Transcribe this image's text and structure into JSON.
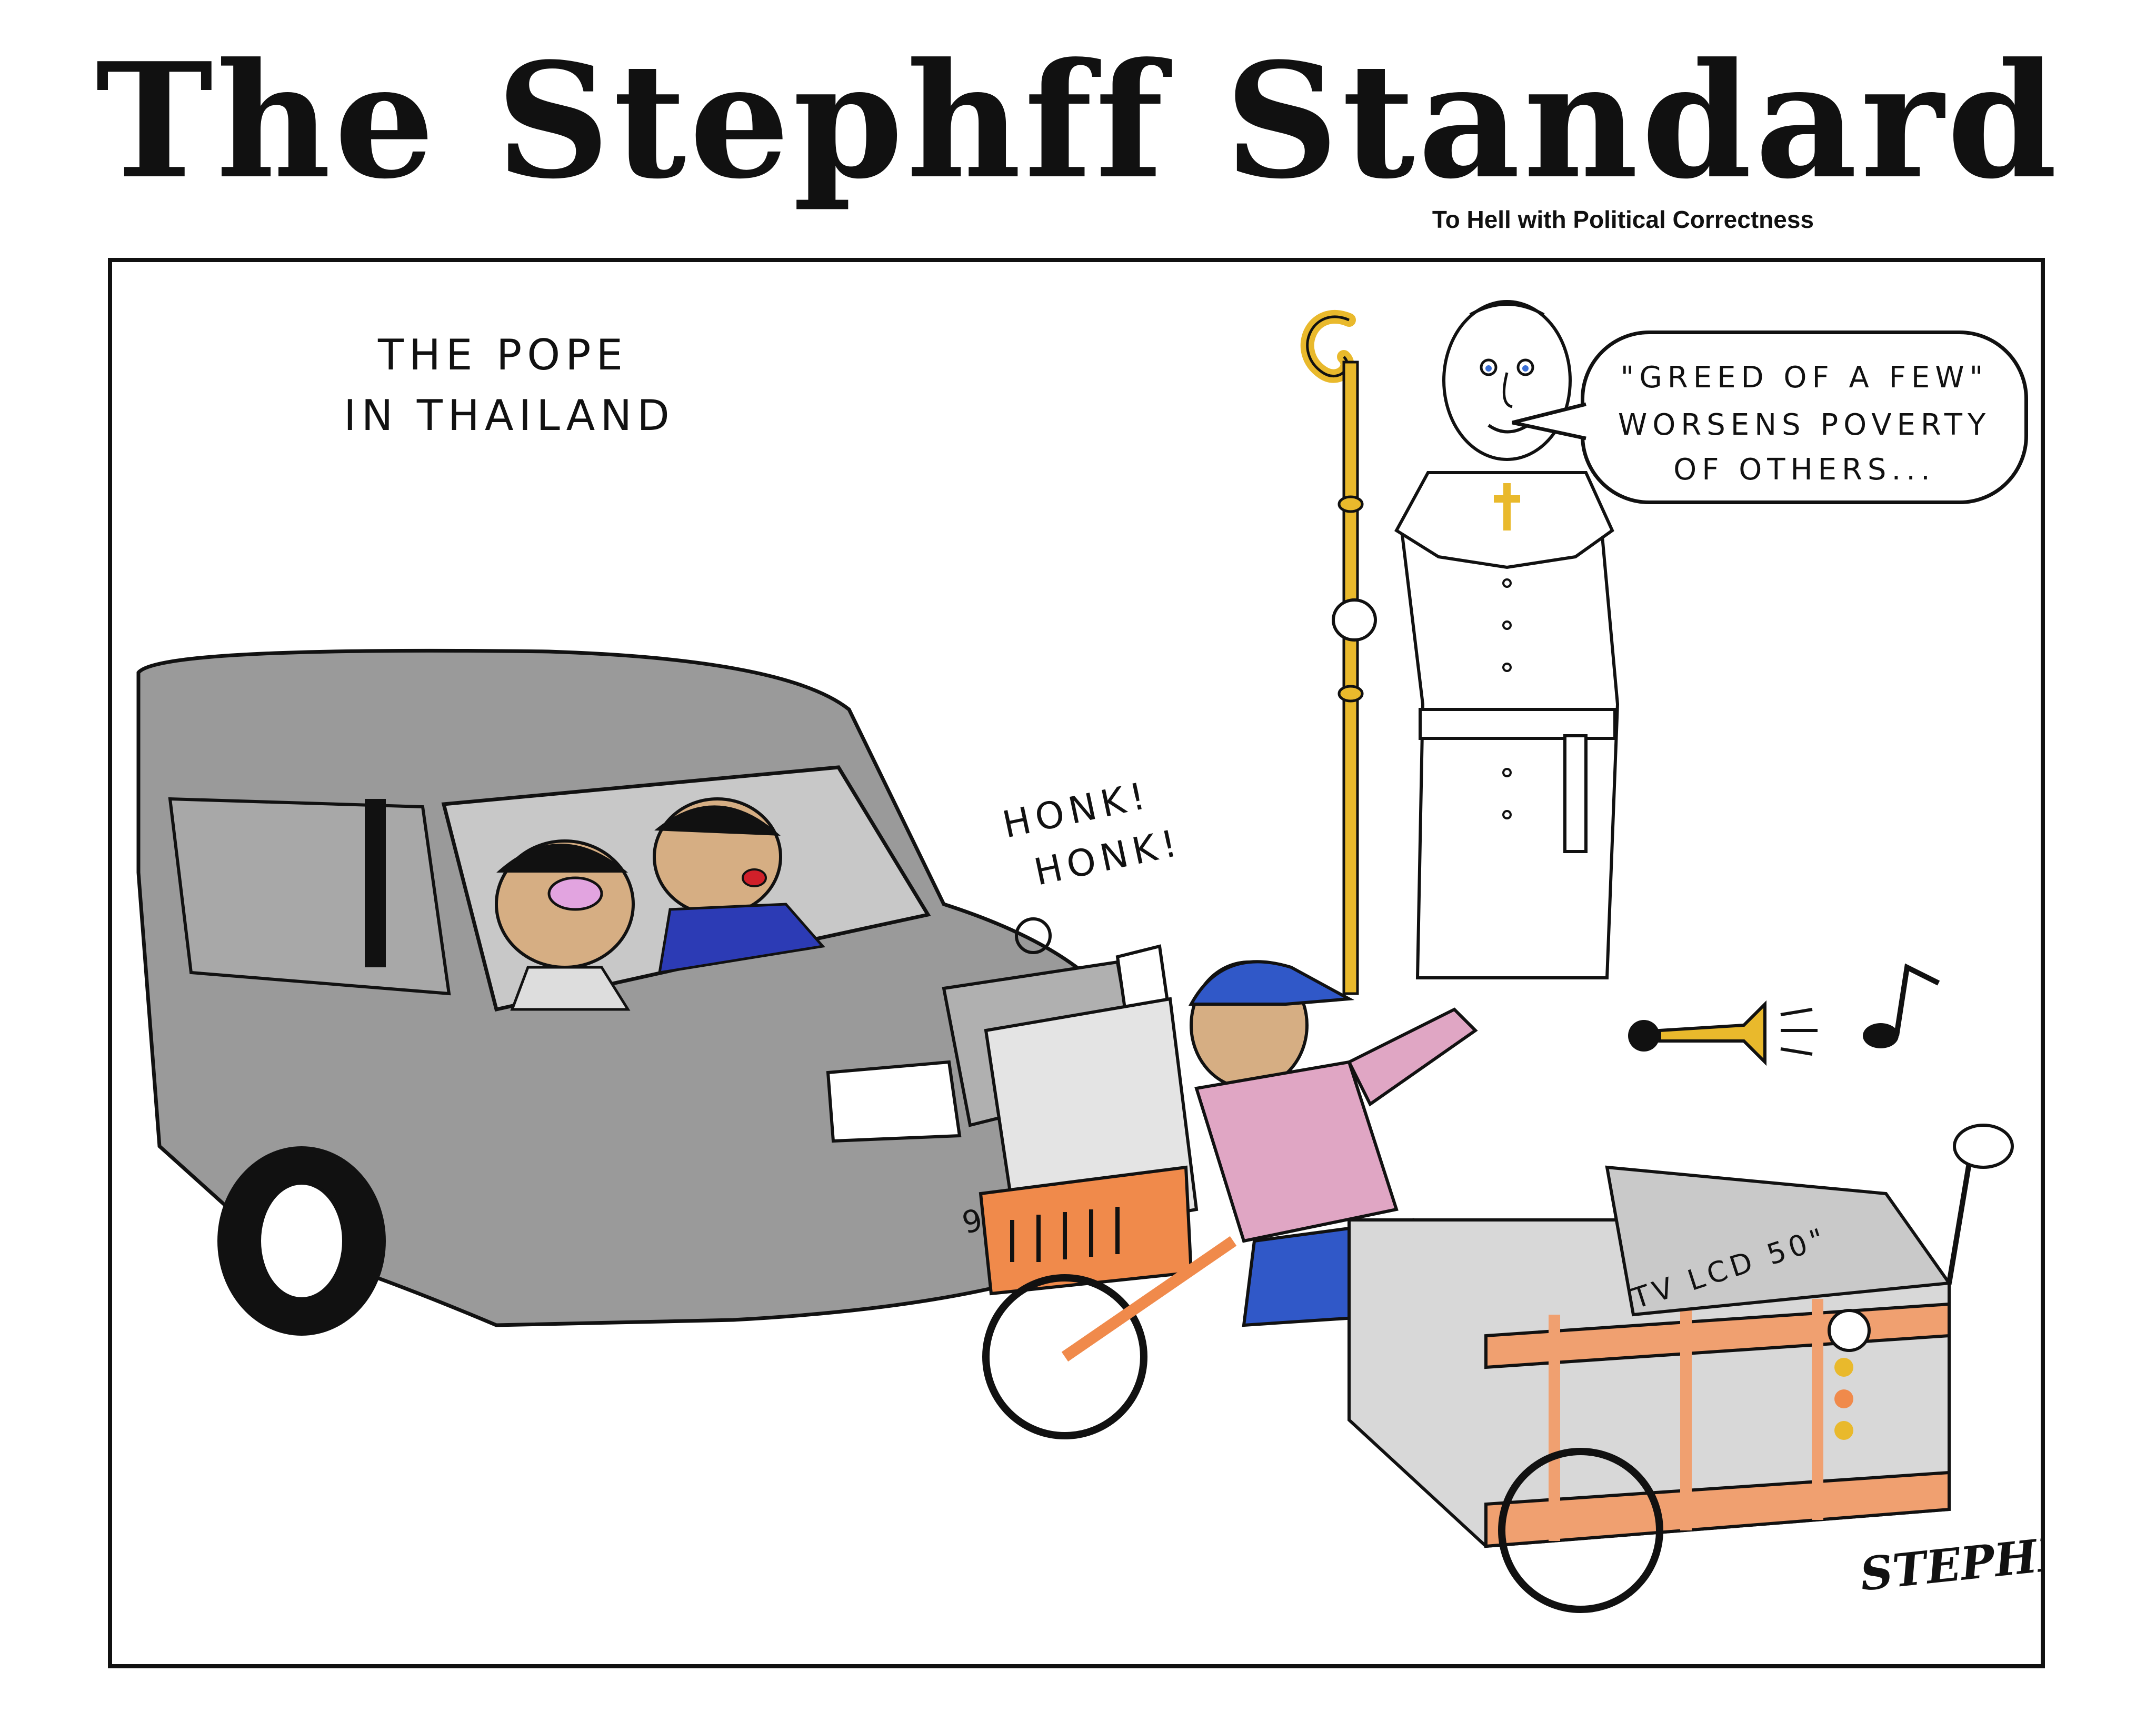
{
  "masthead": {
    "title": "The Stephff Standard",
    "tagline": "To Hell with Political Correctness"
  },
  "cartoon": {
    "caption_line_1": "THE POPE",
    "caption_line_2": "IN THAILAND",
    "speech_line_1": "\"GREED OF A FEW\"",
    "speech_line_2": "WORSENS POVERTY",
    "speech_line_3": "OF OTHERS...",
    "honk_line_1": "HONK!",
    "honk_line_2": "HONK!",
    "license_plate": "9ก999",
    "tv_label": "TV LCD 50\"",
    "signature": "STEPHFF"
  },
  "colors": {
    "car_body": "#9a9a9a",
    "cart_orange": "#f0a070",
    "crate_orange": "#f08a4b",
    "cap_blue": "#3058c8",
    "dress_blue": "#2c3bb5",
    "staff_gold": "#e9b92c",
    "shirt_pink": "#e0a6c4",
    "skin_tan": "#d6ae83",
    "ink": "#111111"
  }
}
